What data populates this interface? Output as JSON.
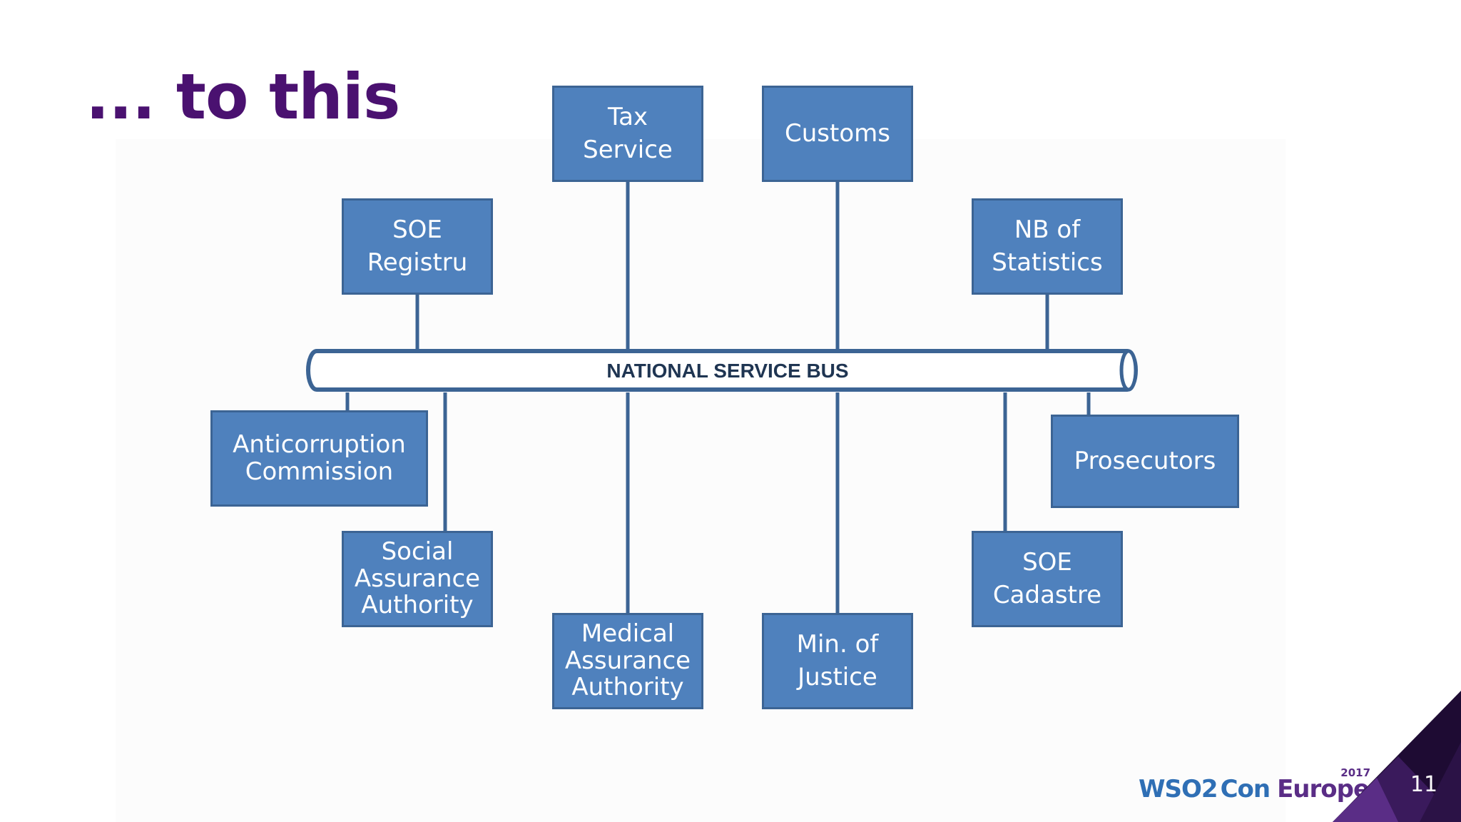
{
  "slide": {
    "title": "... to this",
    "page_number": "11"
  },
  "bus": {
    "label": "NATIONAL SERVICE BUS"
  },
  "nodes": {
    "tax_service": "Tax\nService",
    "customs": "Customs",
    "soe_registru": "SOE\nRegistru",
    "nb_statistics": "NB of\nStatistics",
    "anticorruption_commission": "Anticorruption\nCommission",
    "prosecutors": "Prosecutors",
    "social_assurance_authority": "Social\nAssurance\nAuthority",
    "soe_cadastre": "SOE\nCadastre",
    "medical_assurance_authority": "Medical\nAssurance\nAuthority",
    "min_of_justice": "Min. of\nJustice"
  },
  "logo": {
    "wso2": "WSO2",
    "con": "Con",
    "europe": "Europe",
    "year": "2017"
  },
  "colors": {
    "title": "#4a1170",
    "node_fill": "#4f81bd",
    "node_border": "#3c6494",
    "bus_border": "#3c6494",
    "bus_label": "#1f3552",
    "corner_dark": "#1e0b33",
    "corner_mid": "#5a2d86"
  }
}
